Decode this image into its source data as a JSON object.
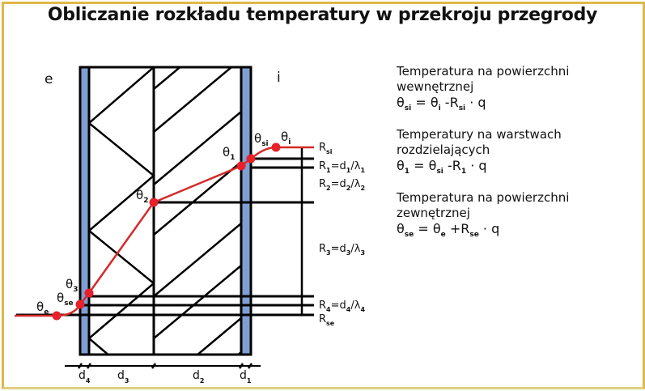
{
  "title": "Obliczanie rozkładu temperatury w przekroju przegrody",
  "sides": {
    "exterior": "e",
    "interior": "i"
  },
  "formulas": [
    {
      "heading_line1": "Temperatura na powierzchni",
      "heading_line2": "wewnętrznej",
      "lhs": "θ",
      "lhs_sub": "si",
      "eq": " = θ",
      "t_sub": "i",
      "op": " -R",
      "r_sub": "si",
      "tail": " · q"
    },
    {
      "heading_line1": "Temperatury na warstwach",
      "heading_line2": "rozdzielających",
      "lhs": "θ",
      "lhs_sub": "1",
      "eq": " = θ",
      "t_sub": "si",
      "op": " -R",
      "r_sub": "1",
      "tail": " · q"
    },
    {
      "heading_line1": "Temperatura na powierzchni",
      "heading_line2": "zewnętrznej",
      "lhs": "θ",
      "lhs_sub": "se",
      "eq": " = θ",
      "t_sub": "e",
      "op": " +R",
      "r_sub": "se",
      "tail": " · q"
    }
  ],
  "resistances": [
    {
      "main": "R",
      "sub": "si",
      "rest": "",
      "rest_sub": "",
      "rest2": "",
      "rest2_sub": ""
    },
    {
      "main": "R",
      "sub": "1",
      "rest": "=d",
      "rest_sub": "1",
      "rest2": "/λ",
      "rest2_sub": "1"
    },
    {
      "main": "R",
      "sub": "2",
      "rest": "=d",
      "rest_sub": "2",
      "rest2": "/λ",
      "rest2_sub": "2"
    },
    {
      "main": "R",
      "sub": "3",
      "rest": "=d",
      "rest_sub": "3",
      "rest2": "/λ",
      "rest2_sub": "3"
    },
    {
      "main": "R",
      "sub": "4",
      "rest": "=d",
      "rest_sub": "4",
      "rest2": "/λ",
      "rest2_sub": "4"
    },
    {
      "main": "R",
      "sub": "se",
      "rest": "",
      "rest_sub": "",
      "rest2": "",
      "rest2_sub": ""
    }
  ],
  "temperature_points": [
    {
      "symbol": "θ",
      "sub": "e"
    },
    {
      "symbol": "θ",
      "sub": "se"
    },
    {
      "symbol": "θ",
      "sub": "3"
    },
    {
      "symbol": "θ",
      "sub": "2"
    },
    {
      "symbol": "θ",
      "sub": "1"
    },
    {
      "symbol": "θ",
      "sub": "si"
    },
    {
      "symbol": "θ",
      "sub": "i"
    }
  ],
  "thicknesses": [
    {
      "symbol": "d",
      "sub": "4"
    },
    {
      "symbol": "d",
      "sub": "3"
    },
    {
      "symbol": "d",
      "sub": "2"
    },
    {
      "symbol": "d",
      "sub": "1"
    }
  ],
  "colors": {
    "frame": "#e0b84a",
    "plaster": "#7f9fd3",
    "temperature_curve": "#d42a2a",
    "point": "#e8202a",
    "lines": "#000000"
  }
}
